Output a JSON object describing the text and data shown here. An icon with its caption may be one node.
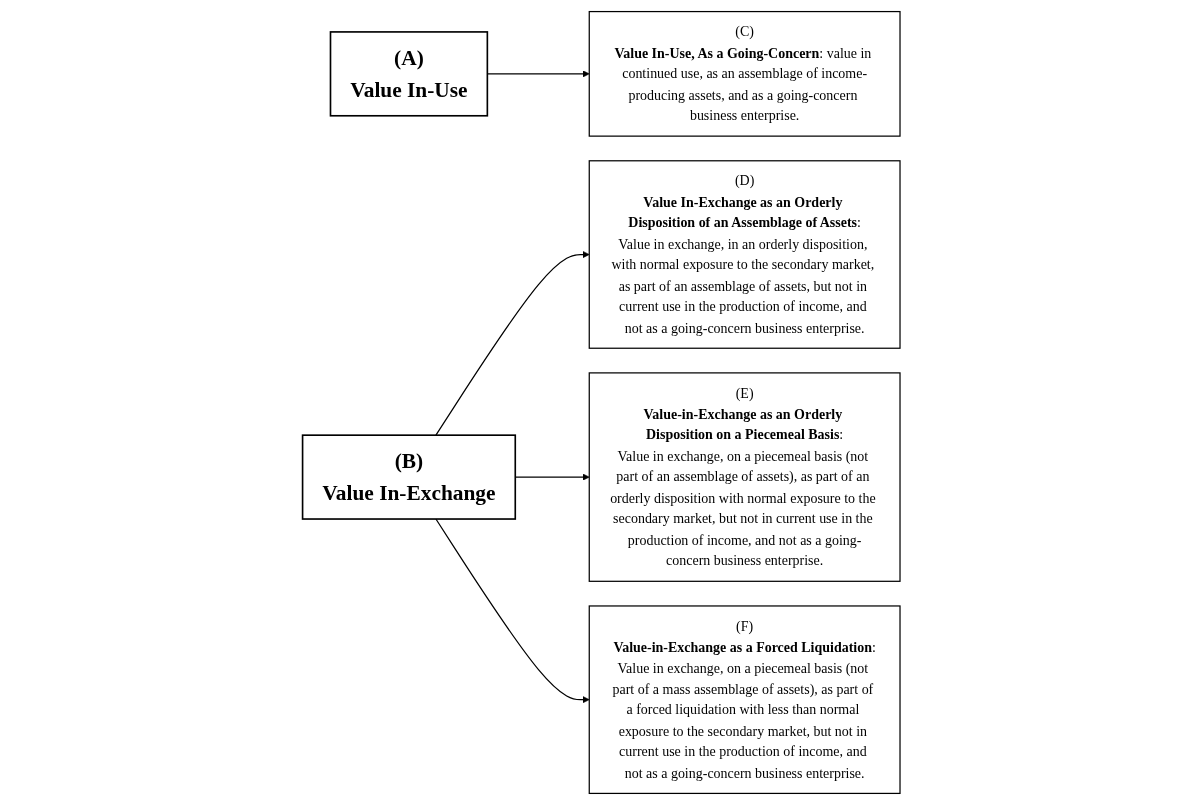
{
  "diagram": {
    "nodes": [
      {
        "text": [
          "(A)",
          "Value In-Use"
        ]
      },
      {
        "text": [
          "(B)",
          "Value In-Exchange"
        ]
      },
      {
        "text": [
          "(C)",
          "**Value In-Use, As a Going-Concern**: value in continued use, as an assemblage of income-producing assets, and as a going-concern business enterprise."
        ]
      },
      {
        "text": [
          "(D)",
          "**Value In-Exchange as an Orderly Disposition of an Assemblage of Assets**:",
          "Value in exchange, in an orderly disposition, with normal exposure to the secondary market, as part of an assemblage of assets, but not in current use in the production of income, and not as a going-concern business enterprise."
        ]
      },
      {
        "text": [
          "(E)",
          "**Value-in-Exchange as an Orderly Disposition on a Piecemeal Basis**:",
          "Value in exchange, on a piecemeal basis (not part of an assemblage of assets), as part of an orderly disposition with normal exposure to the secondary market, but not in current use in the production of income, and not as a going-concern business enterprise."
        ]
      },
      {
        "text": [
          "(F)",
          "**Value-in-Exchange as a Forced Liquidation**:",
          "Value in exchange, on a piecemeal basis (not part of a mass assemblage of assets), as part of a forced liquidation with less than normal exposure to the secondary market, but not in current use in the production of income, and not as a going-concern business enterprise."
        ]
      }
    ],
    "edges": [
      {
        "from": 0,
        "to": 2,
        "arrow": "to"
      },
      {
        "from": 1,
        "to": 3,
        "arrow": "to"
      },
      {
        "from": 1,
        "to": 4,
        "arrow": "to"
      },
      {
        "from": 1,
        "to": 5,
        "arrow": "to"
      }
    ]
  }
}
